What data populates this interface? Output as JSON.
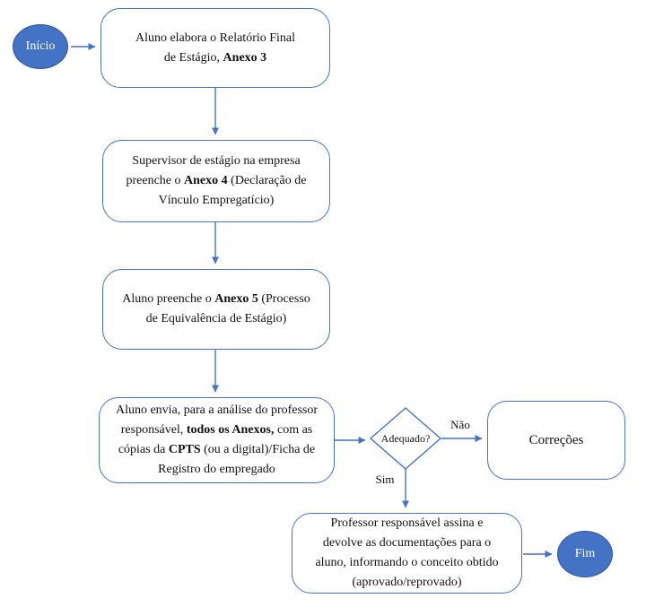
{
  "colors": {
    "accent": "#4472C4",
    "accent_dark": "#2F5597",
    "text": "#111111",
    "background": "#ffffff"
  },
  "flowchart": {
    "start": {
      "label": "Início"
    },
    "end": {
      "label": "Fim"
    },
    "step1": {
      "line1": "Aluno elabora o Relatório Final",
      "line2_pre": "de Estágio, ",
      "line2_bold": "Anexo 3"
    },
    "step2": {
      "line1": "Supervisor de estágio na empresa",
      "line2_pre": "preenche o ",
      "line2_bold": "Anexo 4",
      "line2_post": " (Declaração de",
      "line3": "Vínculo Empregatício)"
    },
    "step3": {
      "line1_pre": "Aluno preenche o ",
      "line1_bold": "Anexo 5",
      "line1_post": " (Processo",
      "line2": "de Equivalência de Estágio)"
    },
    "step4": {
      "line1": "Aluno envia, para a análise do professor",
      "line2_pre": "responsável, ",
      "line2_bold": "todos os Anexos,",
      "line2_post": " com as",
      "line3_pre": "cópias da ",
      "line3_bold": "CPTS",
      "line3_post": " (ou a digital)/Ficha de",
      "line4": "Registro do empregado"
    },
    "decision": {
      "label": "Adequado?",
      "no_label": "Não",
      "yes_label": "Sim"
    },
    "corrections": {
      "label": "Correções"
    },
    "step5": {
      "line1": "Professor responsável assina e",
      "line2": "devolve as documentações para o",
      "line3": "aluno, informando o conceito obtido",
      "line4": "(aprovado/reprovado)"
    }
  }
}
